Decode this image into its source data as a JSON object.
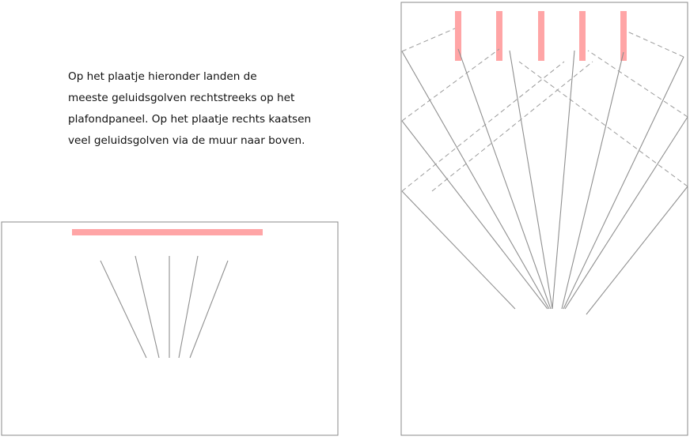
{
  "caption": {
    "lines": [
      "Op het plaatje hieronder landen de",
      "meeste geluidsgolven rechtstreeks op het",
      "plafondpaneel. Op het plaatje rechts kaatsen",
      "veel geluidsgolven via de muur naar boven."
    ]
  },
  "colors": {
    "panel": "#ffa5a6",
    "frame": "#8a8a8a",
    "ray": "#8f8f8f",
    "reflection": "#9a9a9a",
    "text": "#111111"
  }
}
